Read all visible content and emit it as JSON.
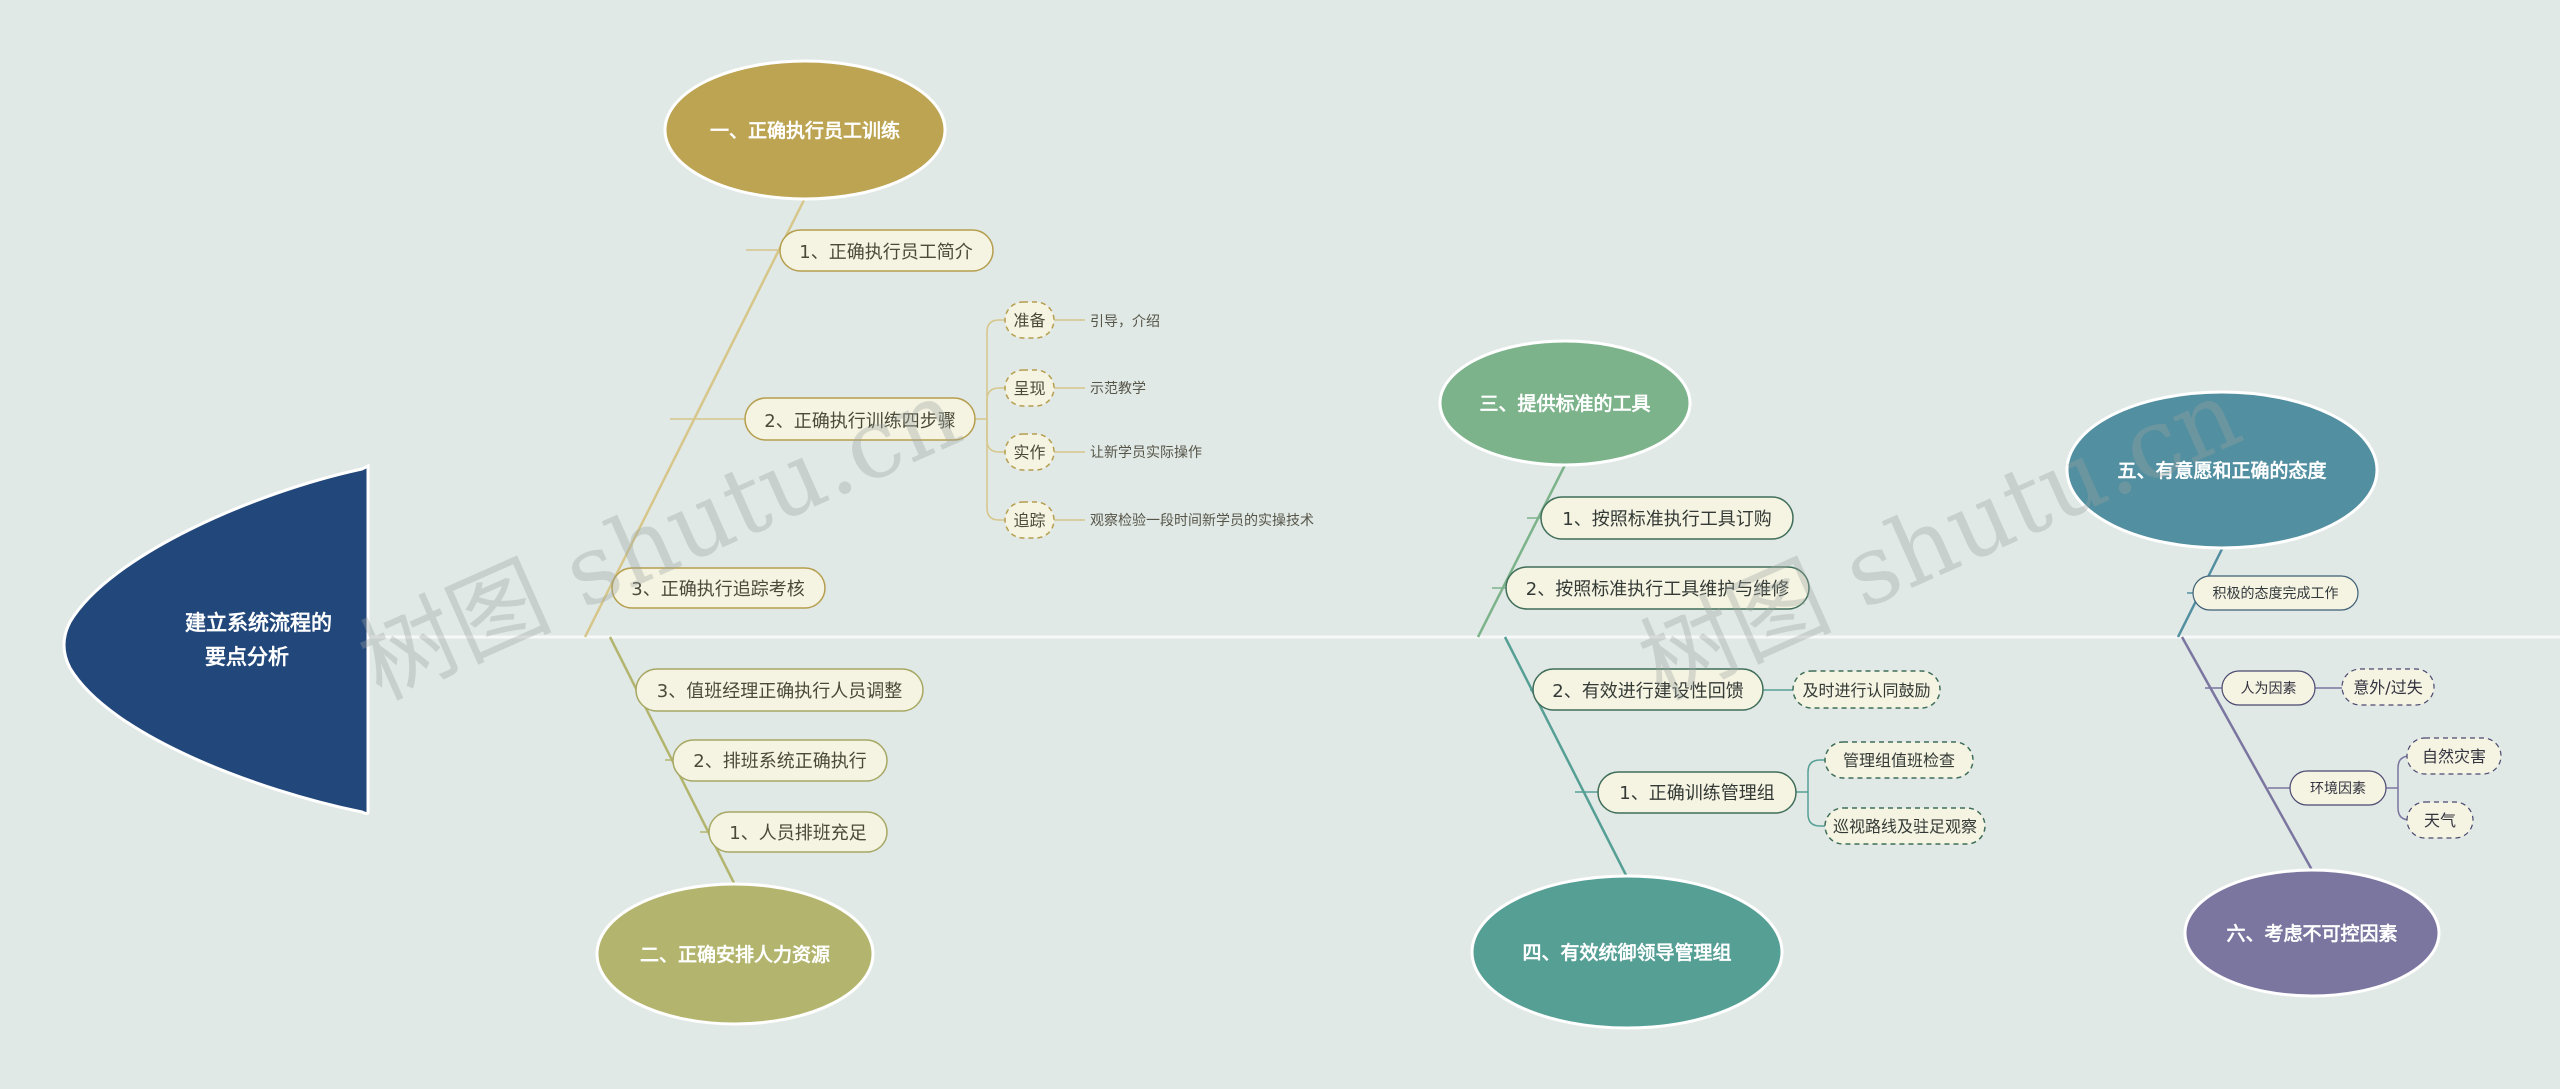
{
  "root": {
    "lines": [
      "建立系统流程的",
      "要点分析"
    ]
  },
  "branches": {
    "b1": {
      "label": "一、正确执行员工训练",
      "color": "#bca452"
    },
    "b2": {
      "label": "二、正确安排人力资源",
      "color": "#b3b56e"
    },
    "b3": {
      "label": "三、提供标准的工具",
      "color": "#7db38b"
    },
    "b4": {
      "label": "四、有效统御领导管理组",
      "color": "#559f95"
    },
    "b5": {
      "label": "五、有意愿和正确的态度",
      "color": "#528fa0"
    },
    "b6": {
      "label": "六、考虑不可控因素",
      "color": "#7b76a0"
    }
  },
  "items": {
    "b1_1": "1、正确执行员工简介",
    "b1_2": "2、正确执行训练四步骤",
    "b1_3": "3、正确执行追踪考核",
    "b2_3": "3、值班经理正确执行人员调整",
    "b2_2": "2、排班系统正确执行",
    "b2_1": "1、人员排班充足",
    "b3_1": "1、按照标准执行工具订购",
    "b3_2": "2、按照标准执行工具维护与维修",
    "b4_2": "2、有效进行建设性回馈",
    "b4_1": "1、正确训练管理组",
    "b5_1": "积极的态度完成工作",
    "b6_1": "人为因素",
    "b6_2": "环境因素"
  },
  "steps": [
    {
      "tag": "准备",
      "desc": "引导，介绍"
    },
    {
      "tag": "呈现",
      "desc": "示范教学"
    },
    {
      "tag": "实作",
      "desc": "让新学员实际操作"
    },
    {
      "tag": "追踪",
      "desc": "观察检验一段时间新学员的实操技术"
    }
  ],
  "subs": {
    "b4_2a": "及时进行认同鼓励",
    "b4_1a": "管理组值班检查",
    "b4_1b": "巡视路线及驻足观察",
    "b6_1a": "意外/过失",
    "b6_2a": "自然灾害",
    "b6_2b": "天气"
  },
  "watermark": "树图 shutu.cn",
  "colors": {
    "background": "#e1e9e6",
    "root": "#22477a",
    "spine": "#f4f7f6",
    "node_fill": "#f5f3e1"
  }
}
